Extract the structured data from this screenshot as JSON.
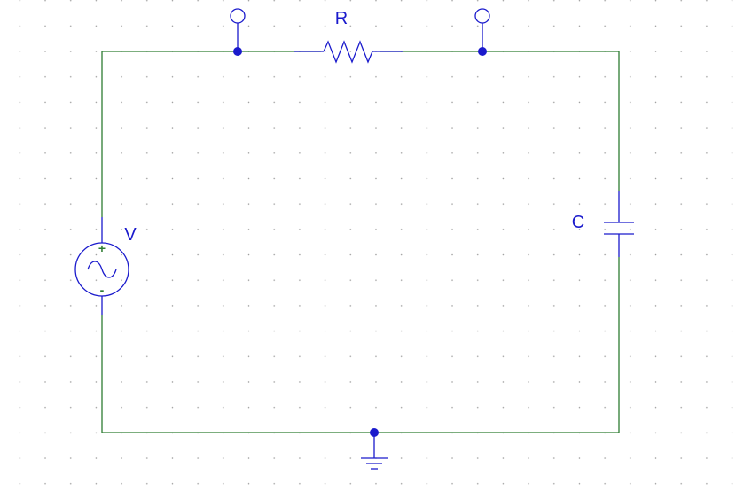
{
  "schematic": {
    "components": {
      "resistor": {
        "label": "R"
      },
      "capacitor": {
        "label": "C"
      },
      "source": {
        "label": "V",
        "plus": "+",
        "minus": "-"
      }
    },
    "colors": {
      "wire": "#2e7d32",
      "component": "#1a1acc",
      "plus_sign": "#2e7d32",
      "minus_sign": "#2e7d32",
      "grid_dots": "#9a9a9a"
    }
  }
}
